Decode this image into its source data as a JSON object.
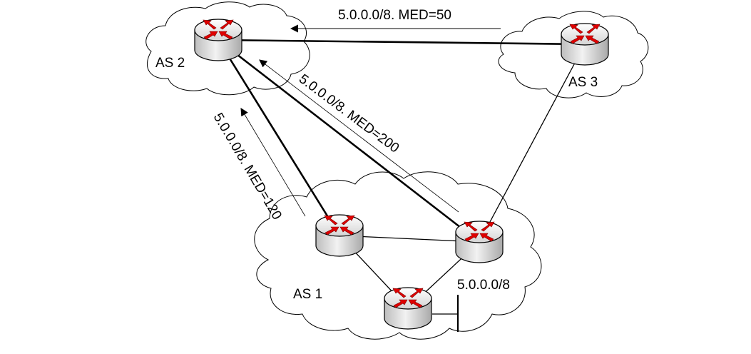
{
  "as_labels": {
    "as1": "AS 1",
    "as2": "AS 2",
    "as3": "AS 3"
  },
  "routers": [
    {
      "id": "as2-router",
      "as": "AS 2"
    },
    {
      "id": "as3-router",
      "as": "AS 3"
    },
    {
      "id": "as1-left-router",
      "as": "AS 1"
    },
    {
      "id": "as1-right-router",
      "as": "AS 1"
    },
    {
      "id": "as1-bottom-router",
      "as": "AS 1"
    }
  ],
  "advertisements": {
    "as3_to_as2": "5.0.0.0/8. MED=50",
    "as1_right_to_as2": "5.0.0.0/8. MED=200",
    "as1_left_to_as2": "5.0.0.0/8. MED=120"
  },
  "network_prefix": "5.0.0.0/8",
  "colors": {
    "router_body": "#d8d8d8",
    "router_arrow": "#e00000",
    "line": "#000000"
  },
  "icons": {
    "router": "router-icon"
  }
}
